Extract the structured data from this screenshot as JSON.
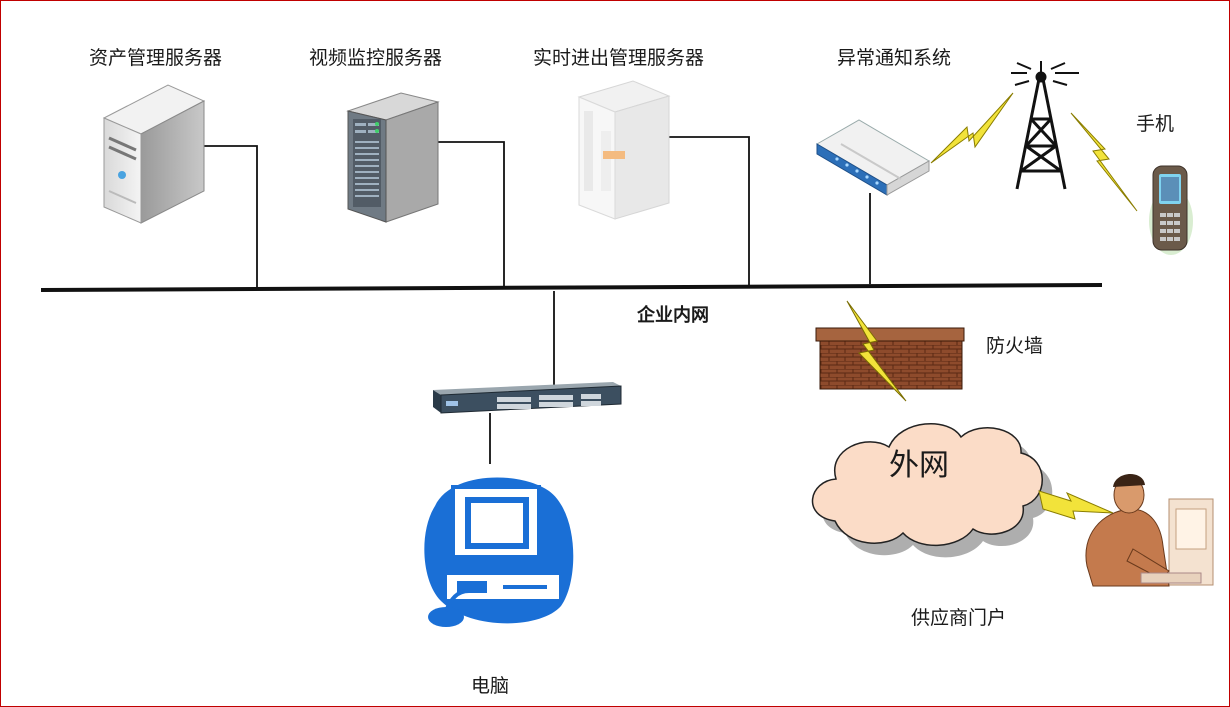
{
  "nodes": {
    "asset_server": "资产管理服务器",
    "video_server": "视频监控服务器",
    "inout_server": "实时进出管理服务器",
    "alert_system": "异常通知系统",
    "phone": "手机",
    "lan": "企业内网",
    "firewall": "防火墙",
    "internet": "外网",
    "supplier_portal": "供应商门户",
    "computer": "电脑"
  },
  "colors": {
    "border": "#c00000",
    "bolt": "#f2e33a",
    "pc_blue": "#1a6fd6",
    "brick": "#8b4a2b"
  }
}
